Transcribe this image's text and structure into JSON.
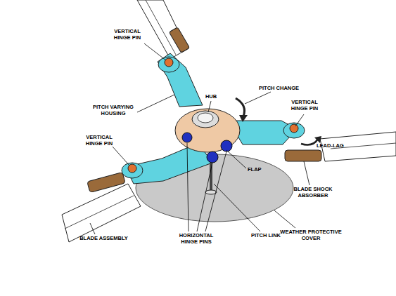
{
  "diagram": {
    "labels": [
      "VERTICAL HINGE PIN",
      "PITCH CHANGE",
      "HUB",
      "VERTICAL HINGE PIN",
      "PITCH VARYING HOUSING",
      "VERTICAL HINGE PIN",
      "LEAD-LAG",
      "FLAP",
      "BLADE SHOCK ABSORBER",
      "WEATHER PROTECTIVE COVER",
      "HORIZONTAL HINGE PINS",
      "PITCH LINK",
      "BLADE ASSEMBLY"
    ]
  }
}
